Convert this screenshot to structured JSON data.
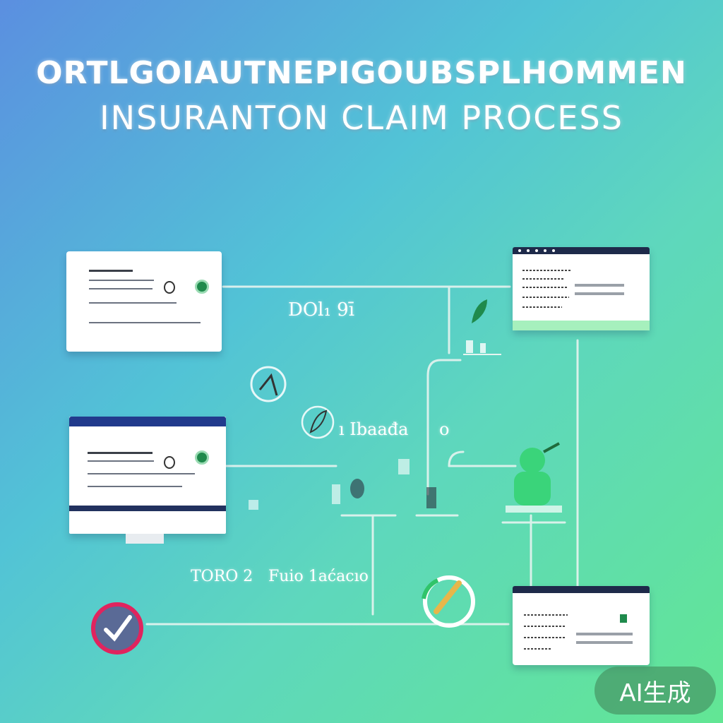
{
  "title": {
    "line1": "ORTLGOIAUTNEPIGOUBSPLHOMMEN",
    "line2": "INSURANTON CLAIM PROCESS"
  },
  "labels": {
    "top_mid": "DOl₁ 9ī",
    "mid_center": "ı Ibaađa",
    "mid_o": "o",
    "bottom_left": "TORO 2",
    "bottom_mid": "Fuio 1aćacıo"
  },
  "badge": "AI生成",
  "colors": {
    "bg_start": "#5b8fe0",
    "bg_end": "#62e694",
    "connector": "#e6f4f0",
    "accent_green": "#1f8a4c",
    "reject_red": "#e0245e",
    "window_bar": "#1e2a4a"
  },
  "icons": {
    "check_red": "check-circle-icon",
    "pen_ring": "pen-ring-icon",
    "pen_circle": "pen-circle-icon",
    "leaf": "leaf-icon",
    "person": "person-icon"
  }
}
